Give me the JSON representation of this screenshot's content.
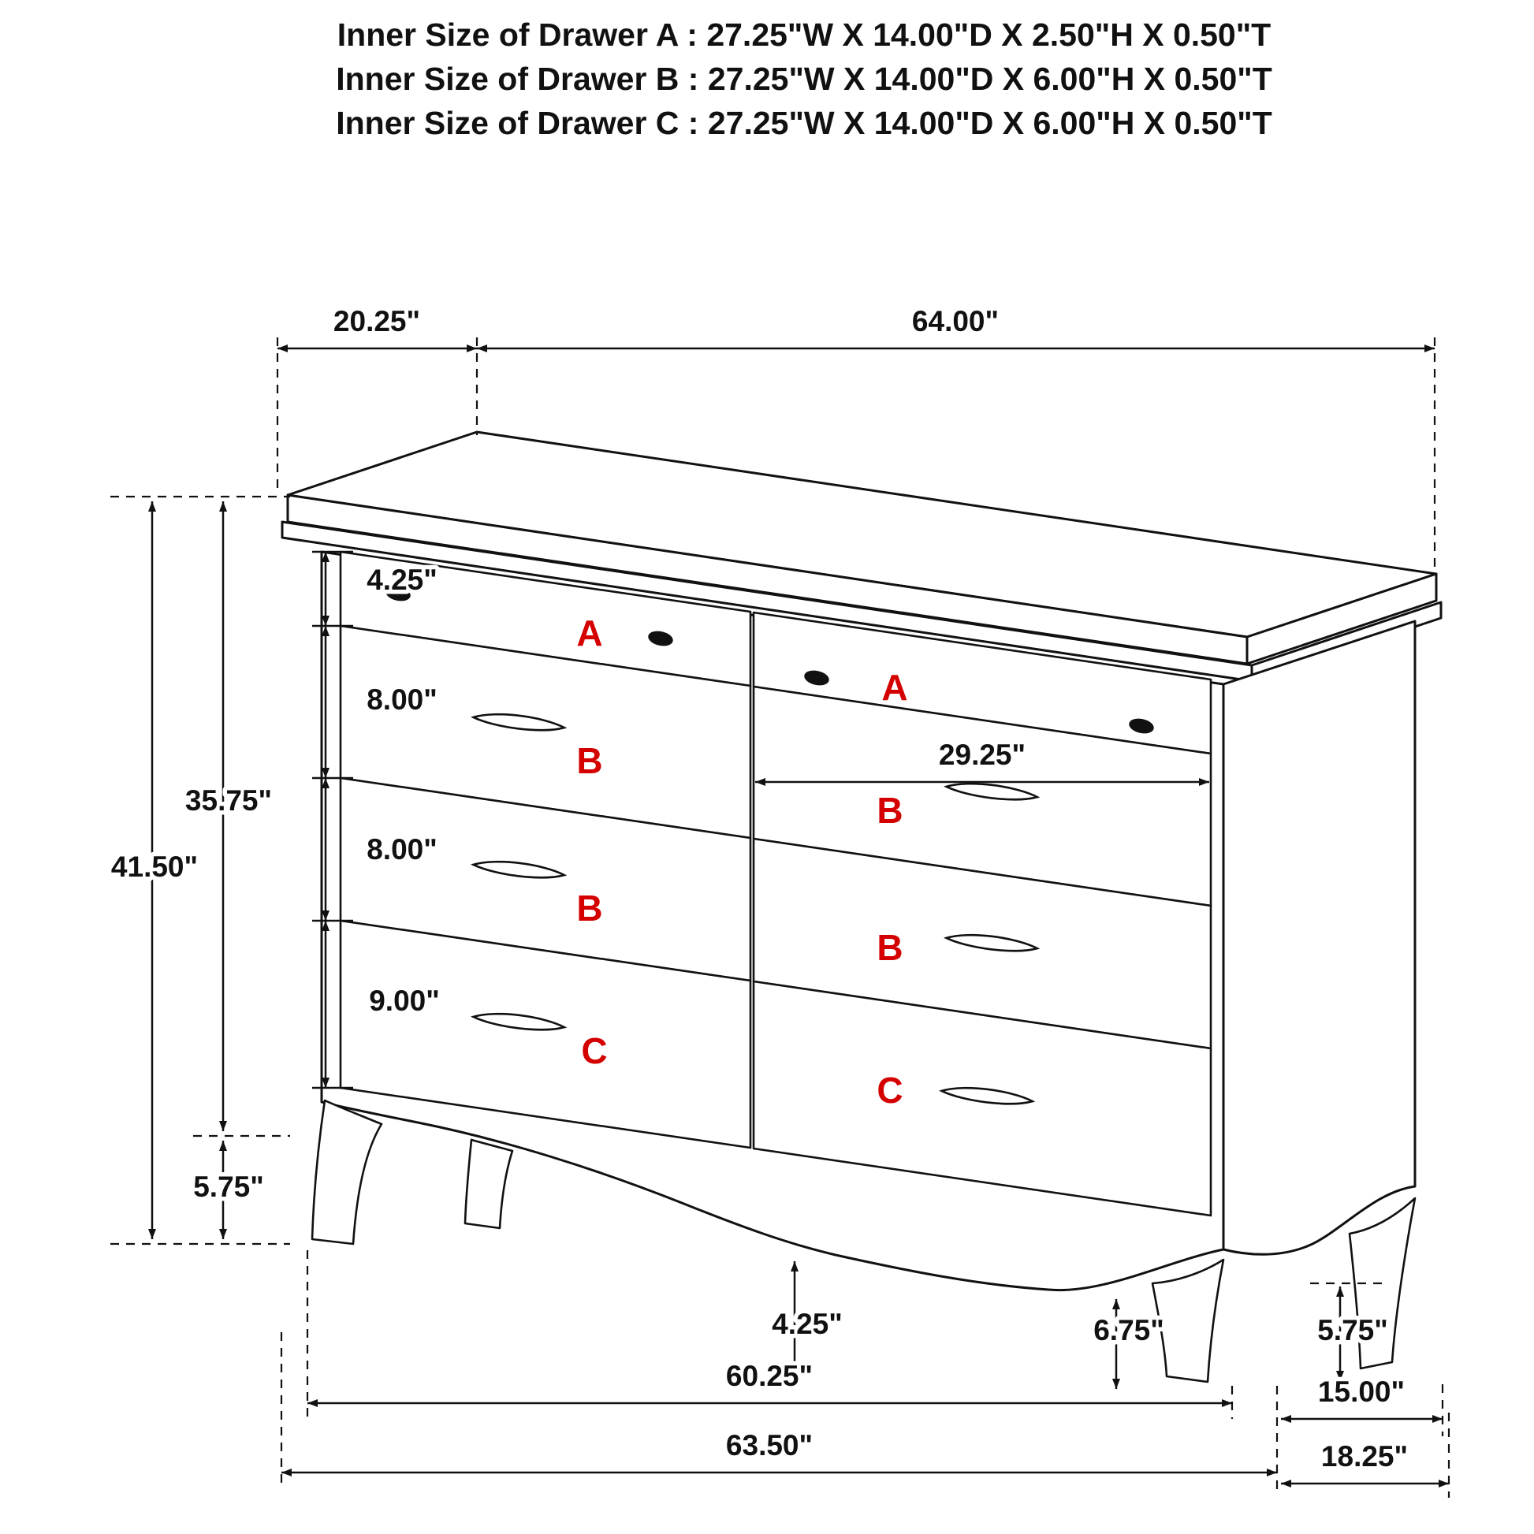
{
  "header": {
    "line1": "Inner Size of Drawer A : 27.25\"W X 14.00\"D X 2.50\"H X 0.50\"T",
    "line2": "Inner Size of Drawer B : 27.25\"W X 14.00\"D X 6.00\"H X 0.50\"T",
    "line3": "Inner Size of Drawer C : 27.25\"W X 14.00\"D X 6.00\"H X 0.50\"T"
  },
  "colors": {
    "line": "#111111",
    "drawer_letter": "#d40000",
    "background": "#ffffff"
  },
  "dims": {
    "depth_top": "20.25\"",
    "width_top": "64.00\"",
    "height_overall": "41.50\"",
    "height_case": "35.75\"",
    "drawer_a_h": "4.25\"",
    "drawer_b1_h": "8.00\"",
    "drawer_b2_h": "8.00\"",
    "drawer_c_h": "9.00\"",
    "leg_left_h": "5.75\"",
    "drawer_w": "29.25\"",
    "apron_clearance": "4.25\"",
    "center_clearance": "6.75\"",
    "leg_right_h": "5.75\"",
    "width_inner": "60.25\"",
    "depth_inner": "15.00\"",
    "width_outer": "63.50\"",
    "depth_outer": "18.25\""
  },
  "labels": {
    "a_left": "A",
    "a_right": "A",
    "b1_left": "B",
    "b1_right": "B",
    "b2_left": "B",
    "b2_right": "B",
    "c_left": "C",
    "c_right": "C"
  }
}
